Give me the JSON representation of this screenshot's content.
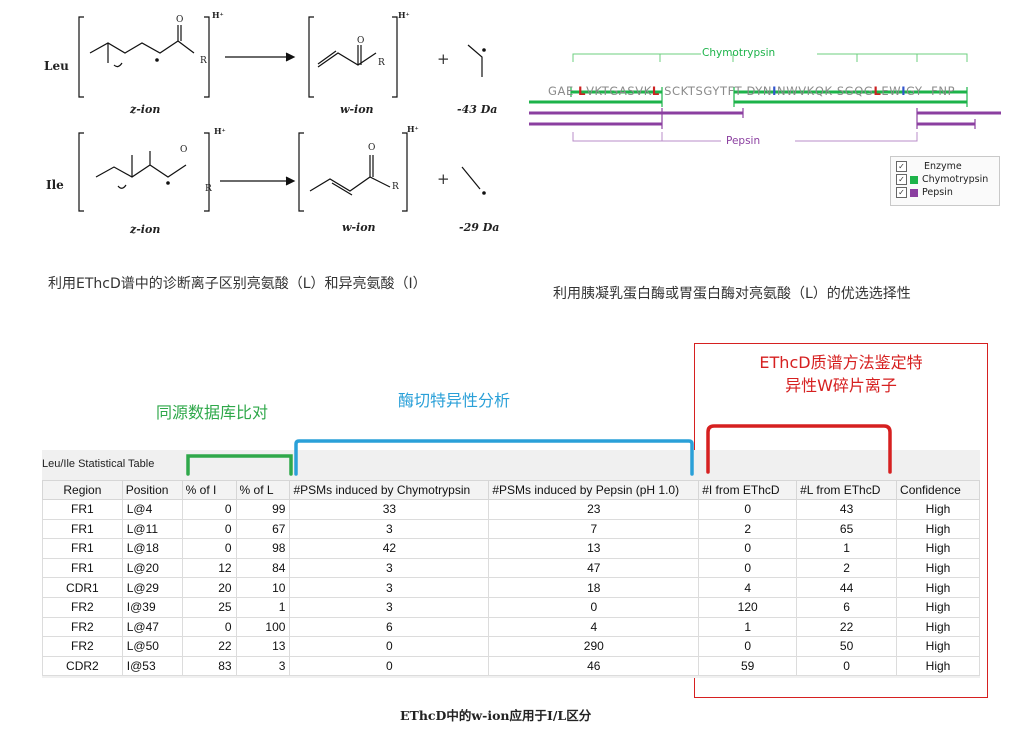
{
  "chemistry": {
    "leu_label": "Leu",
    "ile_label": "Ile",
    "z_ion": "z-ion",
    "w_ion": "w-ion",
    "h_plus": "H⁺",
    "o_atom": "O",
    "r_atom": "R",
    "leu_loss": "-43 Da",
    "ile_loss": "-29 Da",
    "plus_sign": "+",
    "caption": "利用EThcD谱中的诊断离子区别亮氨酸（L）和异亮氨酸（I）"
  },
  "sequence": {
    "residues": [
      "GAE ",
      "L",
      "VKTGASVK",
      "L",
      " SCKTSGYTFT DYN",
      "I",
      "NWVKQK SGQG",
      "L",
      "EW",
      "I",
      "GY  FNP"
    ],
    "chymotrypsin_label": "Chymotrypsin",
    "pepsin_label": "Pepsin",
    "legend": [
      {
        "label": "Enzyme",
        "swatch": null
      },
      {
        "label": "Chymotrypsin",
        "swatch": "#1db34a"
      },
      {
        "label": "Pepsin",
        "swatch": "#8b3fa0"
      }
    ],
    "caption": "利用胰凝乳蛋白酶或胃蛋白酶对亮氨酸（L）的优选选择性",
    "colors": {
      "chymotrypsin": "#1db34a",
      "pepsin": "#8b3fa0",
      "bracket_green": "#6ccf7f",
      "bracket_purple": "#b98cc8"
    }
  },
  "annotations": {
    "homolog": "同源数据库比对",
    "digest": "酶切特异性分析",
    "ethcd_line1": "EThcD质谱方法鉴定特",
    "ethcd_line2": "异性W碎片离子"
  },
  "table": {
    "title": "Leu/Ile Statistical Table",
    "headers": [
      "Region",
      "Position",
      "% of I",
      "% of L",
      "#PSMs induced by Chymotrypsin",
      "#PSMs induced by Pepsin (pH 1.0)",
      "#I from EThcD",
      "#L from EThcD",
      "Confidence"
    ],
    "rows": [
      [
        "FR1",
        "L@4",
        "0",
        "99",
        "33",
        "23",
        "0",
        "43",
        "High"
      ],
      [
        "FR1",
        "L@11",
        "0",
        "67",
        "3",
        "7",
        "2",
        "65",
        "High"
      ],
      [
        "FR1",
        "L@18",
        "0",
        "98",
        "42",
        "13",
        "0",
        "1",
        "High"
      ],
      [
        "FR1",
        "L@20",
        "12",
        "84",
        "3",
        "47",
        "0",
        "2",
        "High"
      ],
      [
        "CDR1",
        "L@29",
        "20",
        "10",
        "3",
        "18",
        "4",
        "44",
        "High"
      ],
      [
        "FR2",
        "I@39",
        "25",
        "1",
        "3",
        "0",
        "120",
        "6",
        "High"
      ],
      [
        "FR2",
        "L@47",
        "0",
        "100",
        "6",
        "4",
        "1",
        "22",
        "High"
      ],
      [
        "FR2",
        "L@50",
        "22",
        "13",
        "0",
        "290",
        "0",
        "50",
        "High"
      ],
      [
        "CDR2",
        "I@53",
        "83",
        "3",
        "0",
        "46",
        "59",
        "0",
        "High"
      ]
    ]
  },
  "bottom_caption": "EThcD中的w-ion应用于I/L区分",
  "colors": {
    "green": "#2fa84a",
    "blue": "#2aa0d8",
    "red": "#d62020"
  }
}
